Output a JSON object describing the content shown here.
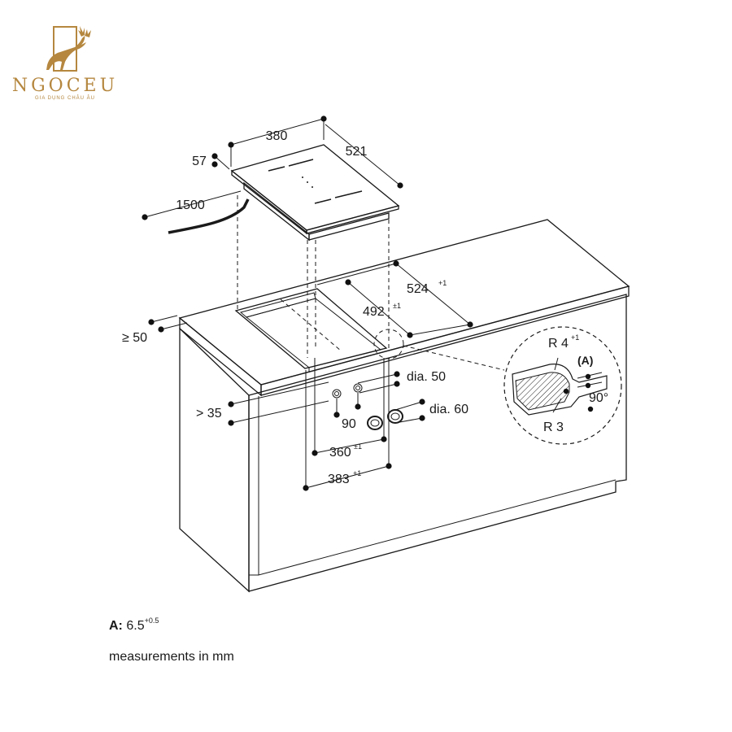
{
  "logo": {
    "brand": "NGOCEU",
    "tagline": "GIA DỤNG CHÂU ÂU",
    "accent_color": "#b5873f",
    "icon": "deer-icon"
  },
  "diagram": {
    "hob": {
      "width": "380",
      "depth": "521",
      "height": "57",
      "cable": "1500"
    },
    "cutout": {
      "depth": "524",
      "depth_tol": "+1",
      "width": "492",
      "width_tol": "±1",
      "front_min": "≥ 50"
    },
    "fan": {
      "below": "> 35",
      "dia_small": "dia. 50",
      "dia_large": "dia. 60",
      "angle": "90",
      "dim_360": "360",
      "tol_360": "±1",
      "dim_383": "383",
      "tol_383": "+1"
    },
    "detail": {
      "r_outer": "R 4",
      "r_outer_tol": "+1",
      "label": "(A)",
      "angle": "90°",
      "r_inner": "R 3"
    }
  },
  "notes": {
    "a_label": "A:",
    "a_value": "6.5",
    "a_tol": "+0.5",
    "units": "measurements in mm"
  }
}
